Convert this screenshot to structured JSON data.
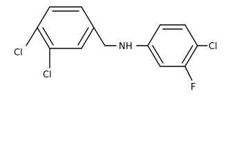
{
  "molecule": {
    "atoms": {
      "cl_left": "Cl",
      "cl_bottom": "Cl",
      "nh": "N",
      "nh_h": "H",
      "cl_right": "Cl",
      "f": "F"
    },
    "colors": {
      "bond": "#000000",
      "text": "#000000",
      "background": "#ffffff"
    }
  }
}
